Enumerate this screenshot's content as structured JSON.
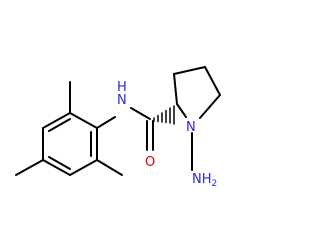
{
  "molecule": {
    "labels": {
      "nh": "N",
      "nh_h": "H",
      "carbonyl_o": "O",
      "ring_n": "N",
      "amine_n": "NH",
      "amine_sub": "2"
    },
    "colors": {
      "bond": "#000000",
      "nitrogen": "#2b2bd8",
      "oxygen": "#e00000",
      "background": "#ffffff"
    }
  }
}
